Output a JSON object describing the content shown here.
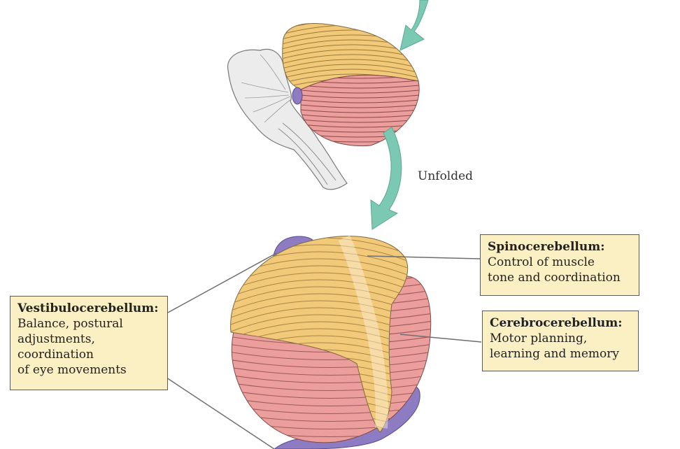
{
  "colors": {
    "yellow": "#f2c978",
    "pink": "#ec9e9c",
    "purple": "#8d7cc2",
    "gray": "#ececec",
    "arrow": "#7cc9b3",
    "callout_bg": "#fbefc4"
  },
  "labels": {
    "unfolded": "Unfolded"
  },
  "callouts": {
    "spino": {
      "title": "Spinocerebellum:",
      "lines": [
        "Control of muscle",
        "tone and coordination"
      ]
    },
    "cerebro": {
      "title": "Cerebrocerebellum:",
      "lines": [
        "Motor planning,",
        "learning and memory"
      ]
    },
    "vestibulo": {
      "title": "Vestibulocerebellum:",
      "lines": [
        "Balance, postural",
        "adjustments,",
        "coordination",
        "of eye movements"
      ]
    }
  }
}
